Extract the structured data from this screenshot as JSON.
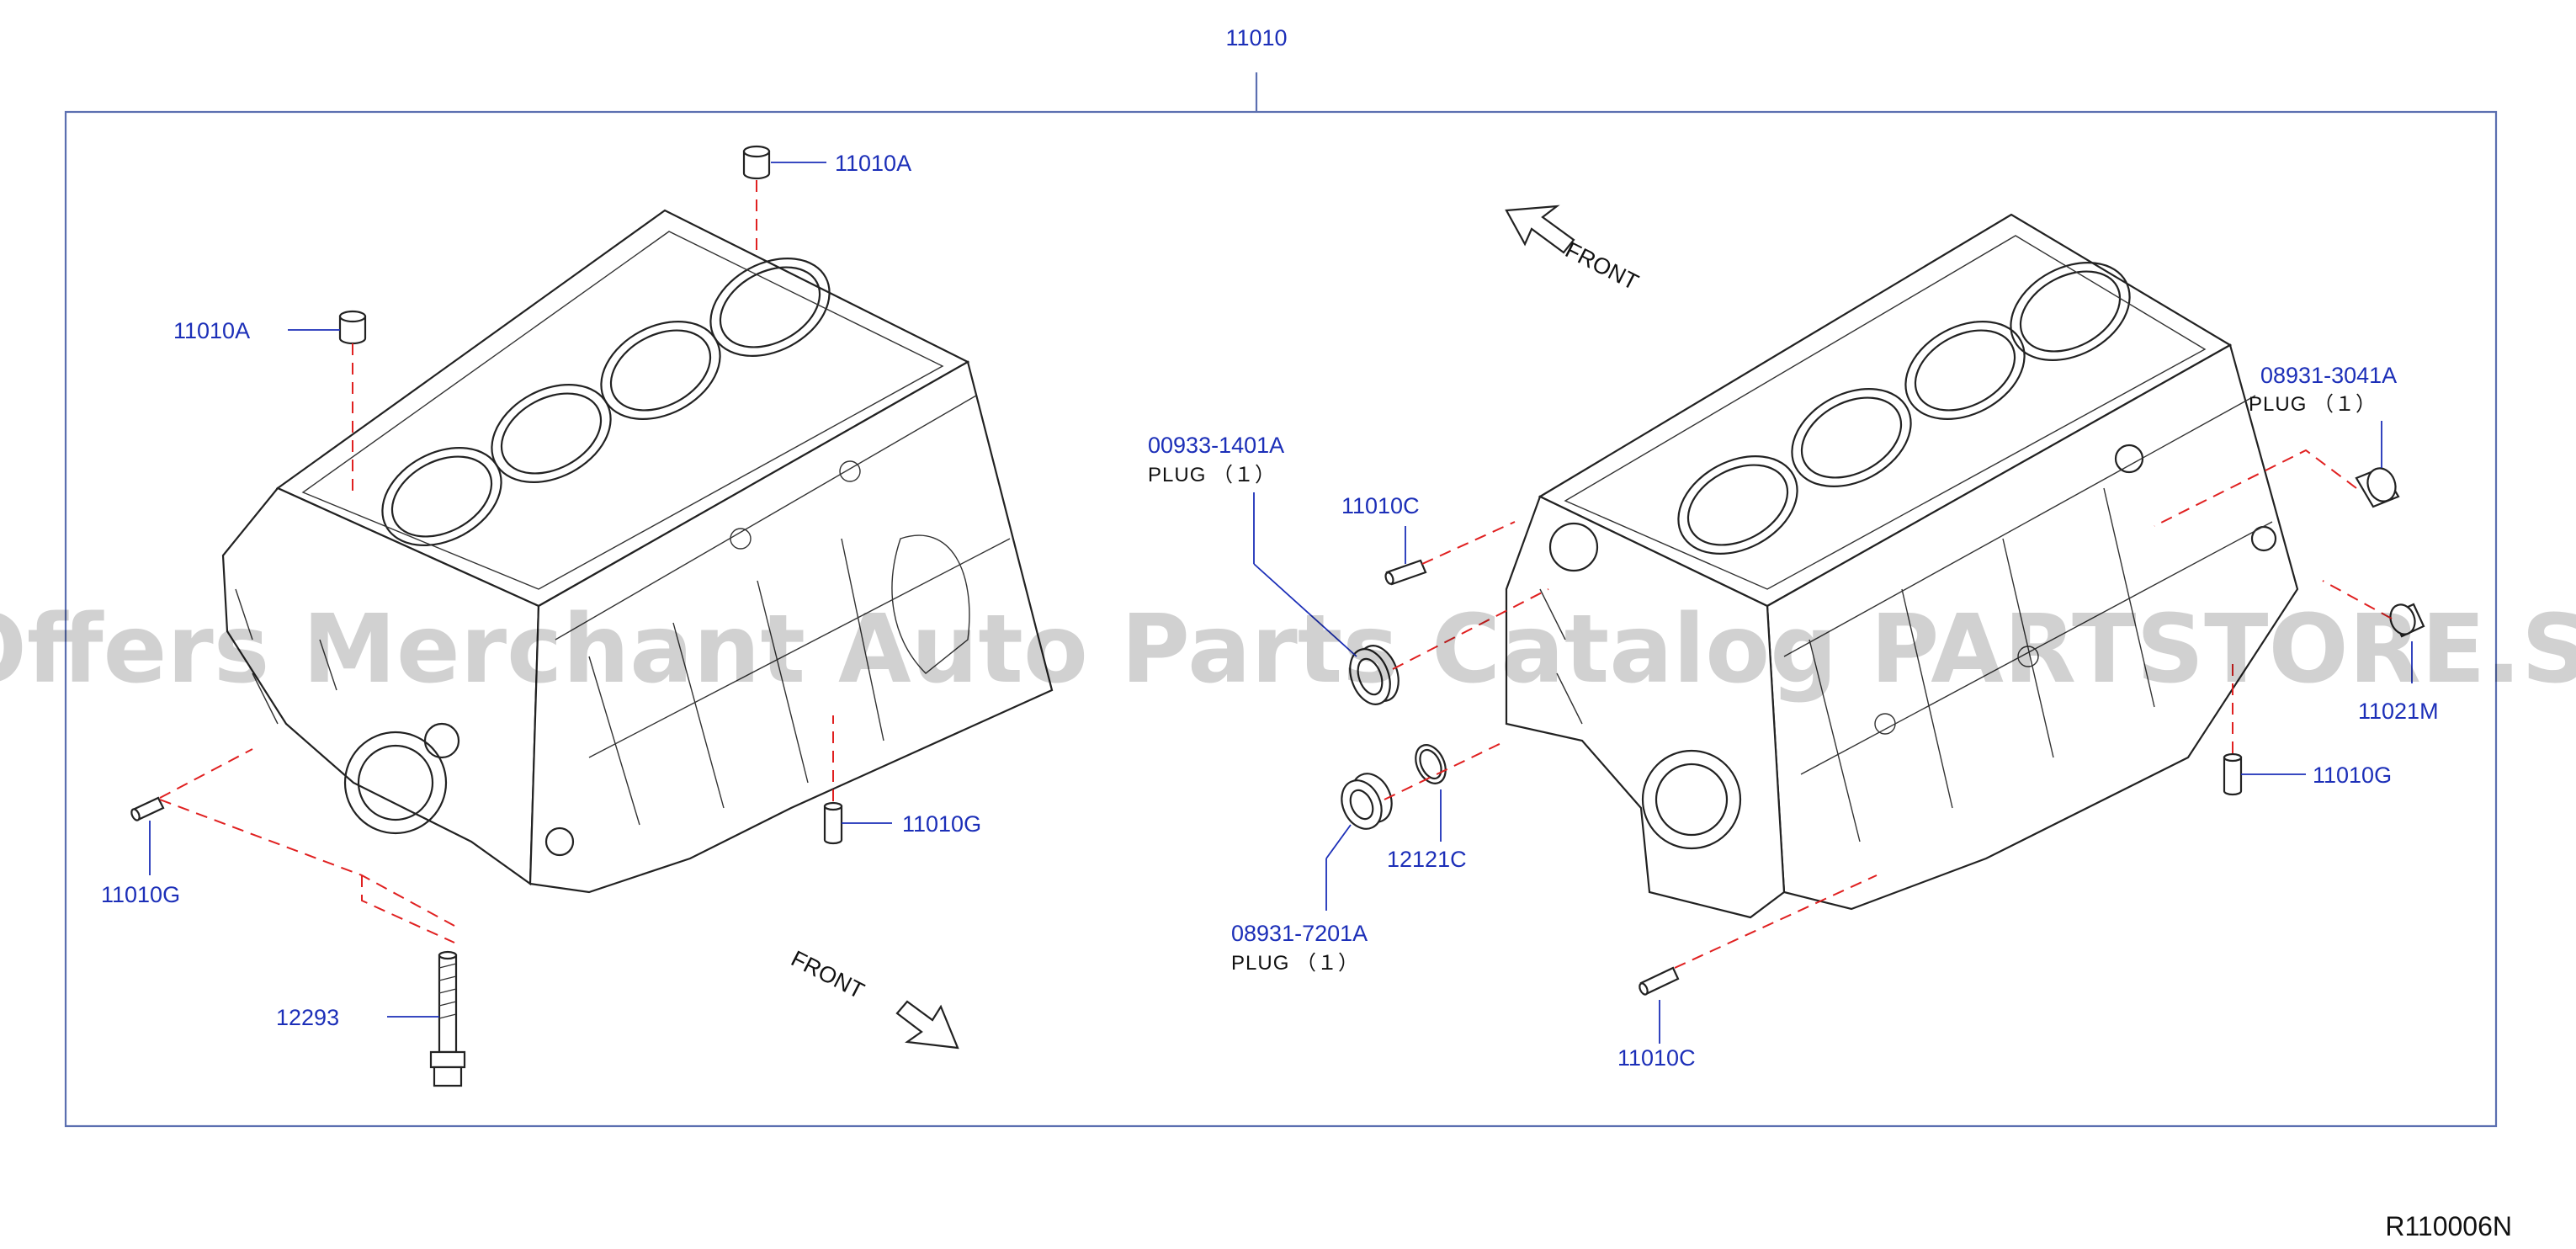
{
  "assembly_number": "11010",
  "reference_code": "R110006N",
  "watermark": "Offers Merchant Auto Parts Catalog PARTSTORE.SA",
  "front_label": "FRONT",
  "callouts": {
    "cap_top": "11010A",
    "cap_left": "11010A",
    "pin_left_low": "11010G",
    "pin_center": "11010G",
    "bolt": "12293",
    "plug_1401a": "00933-1401A",
    "pin_c_upper": "11010C",
    "plug_7201a": "08931-7201A",
    "ring": "12121C",
    "pin_c_lower": "11010C",
    "plug_3041a": "08931-3041A",
    "plug_11021m": "11021M",
    "pin_right": "11010G"
  },
  "plug_labels": {
    "plug_1401a": "PLUG （１）",
    "plug_7201a": "PLUG （１）",
    "plug_3041a": "PLUG （１）"
  },
  "colors": {
    "callout_blue": "#1c2fb8",
    "frame_blue": "#5b6fb0",
    "guide_red": "#e02020",
    "line_black": "#222222"
  }
}
